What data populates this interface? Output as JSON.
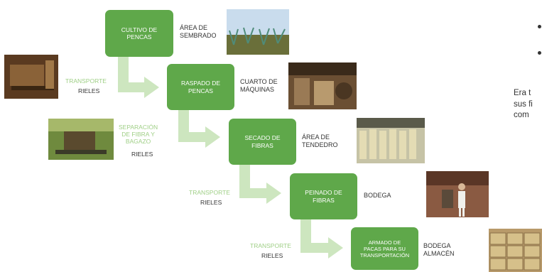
{
  "steps": [
    {
      "label": "CULTIVO DE\nPENCAS",
      "place": "ÁREA DE\nSEMBRADO",
      "photo_icon": "agave-field-photo"
    },
    {
      "label": "RASPADO DE\nPENCAS",
      "place": "CUARTO DE\nMÁQUINAS",
      "photo_icon": "machine-room-photo"
    },
    {
      "label": "SECADO DE\nFIBRAS",
      "place": "ÁREA DE\nTENDEDRO",
      "photo_icon": "drying-fibers-photo"
    },
    {
      "label": "PEINADO DE\nFIBRAS",
      "place": "BODEGA",
      "photo_icon": "combing-worker-photo"
    },
    {
      "label": "ARMADO DE\nPACAS PARA SU\nTRANSPORTACIÓN",
      "place": "BODEGA\nALMACÉN",
      "photo_icon": "bales-stack-photo"
    }
  ],
  "transitions": [
    {
      "label": "TRANSPORTE",
      "sub": "RIELES",
      "photo_icon": "rail-cart-photo"
    },
    {
      "label": "SEPARACIÓN\nDE FIBRA Y\nBAGAZO",
      "sub": "RIELES",
      "photo_icon": "separation-cart-photo"
    },
    {
      "label": "TRANSPORTE",
      "sub": "RIELES"
    },
    {
      "label": "TRANSPORTE",
      "sub": "RIELES"
    }
  ],
  "side": {
    "text": "Era t\nsus fi\ncom"
  },
  "colors": {
    "step_box": "#5fa84a",
    "arrow": "#cde6bf",
    "transition_text": "#9fcf86"
  }
}
